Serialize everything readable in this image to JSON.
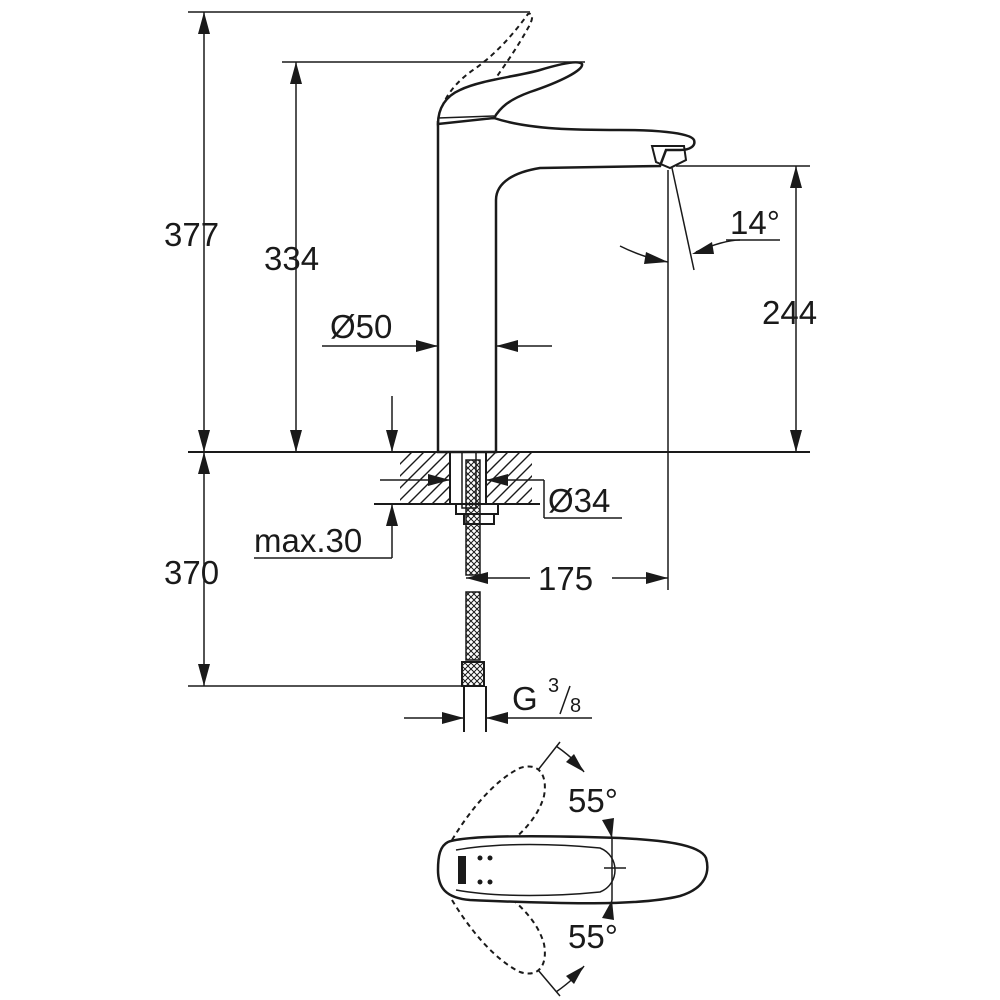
{
  "dimensions": {
    "total_height": "377",
    "spout_height": "334",
    "body_diameter": "Ø50",
    "outlet_height": "244",
    "spray_angle": "14°",
    "mount_hole": "Ø34",
    "max_counter": "max.30",
    "hose_length": "370",
    "reach": "175",
    "thread_main": "G",
    "thread_num": "3",
    "thread_den": "8",
    "lever_angle_top": "55°",
    "lever_angle_bottom": "55°"
  }
}
